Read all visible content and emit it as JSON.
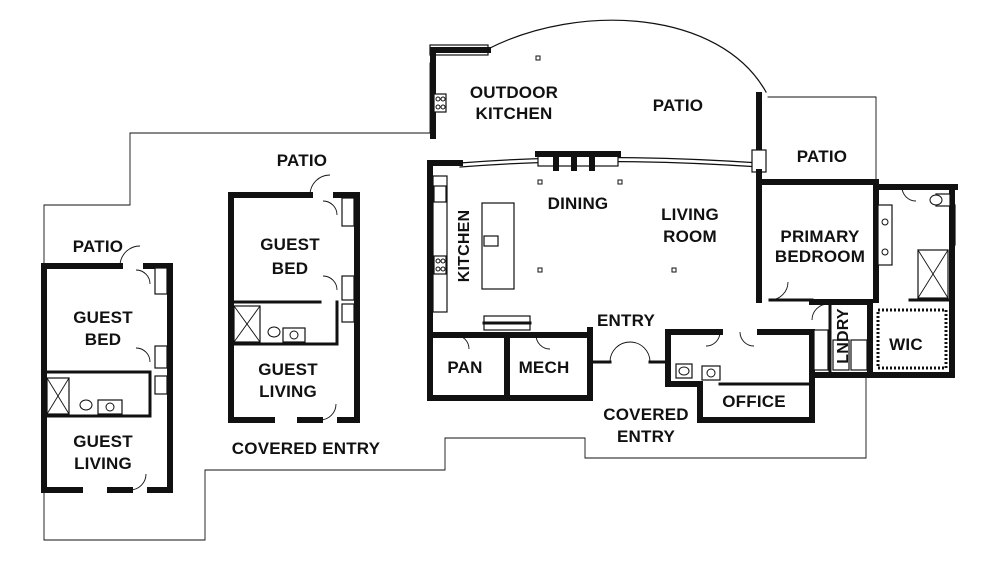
{
  "labels": {
    "outdoor_kitchen": [
      "OUTDOOR",
      "KITCHEN"
    ],
    "patio_main": "PATIO",
    "patio_primary": "PATIO",
    "patio_guest_mid": "PATIO",
    "patio_guest_left": "PATIO",
    "dining": "DINING",
    "living_room": [
      "LIVING",
      "ROOM"
    ],
    "kitchen": "KITCHEN",
    "primary_bedroom": [
      "PRIMARY",
      "BEDROOM"
    ],
    "entry": "ENTRY",
    "pantry": "PAN",
    "mech": "MECH",
    "office": "OFFICE",
    "covered_entry_main": [
      "COVERED",
      "ENTRY"
    ],
    "laundry": "LNDRY",
    "wic": "WIC",
    "guest_bed_mid": [
      "GUEST",
      "BED"
    ],
    "guest_living_mid": [
      "GUEST",
      "LIVING"
    ],
    "covered_entry_guest": "COVERED ENTRY",
    "guest_bed_left": [
      "GUEST",
      "BED"
    ],
    "guest_living_left": [
      "GUEST",
      "LIVING"
    ]
  },
  "colors": {
    "ink": "#111111",
    "paper": "#ffffff"
  }
}
